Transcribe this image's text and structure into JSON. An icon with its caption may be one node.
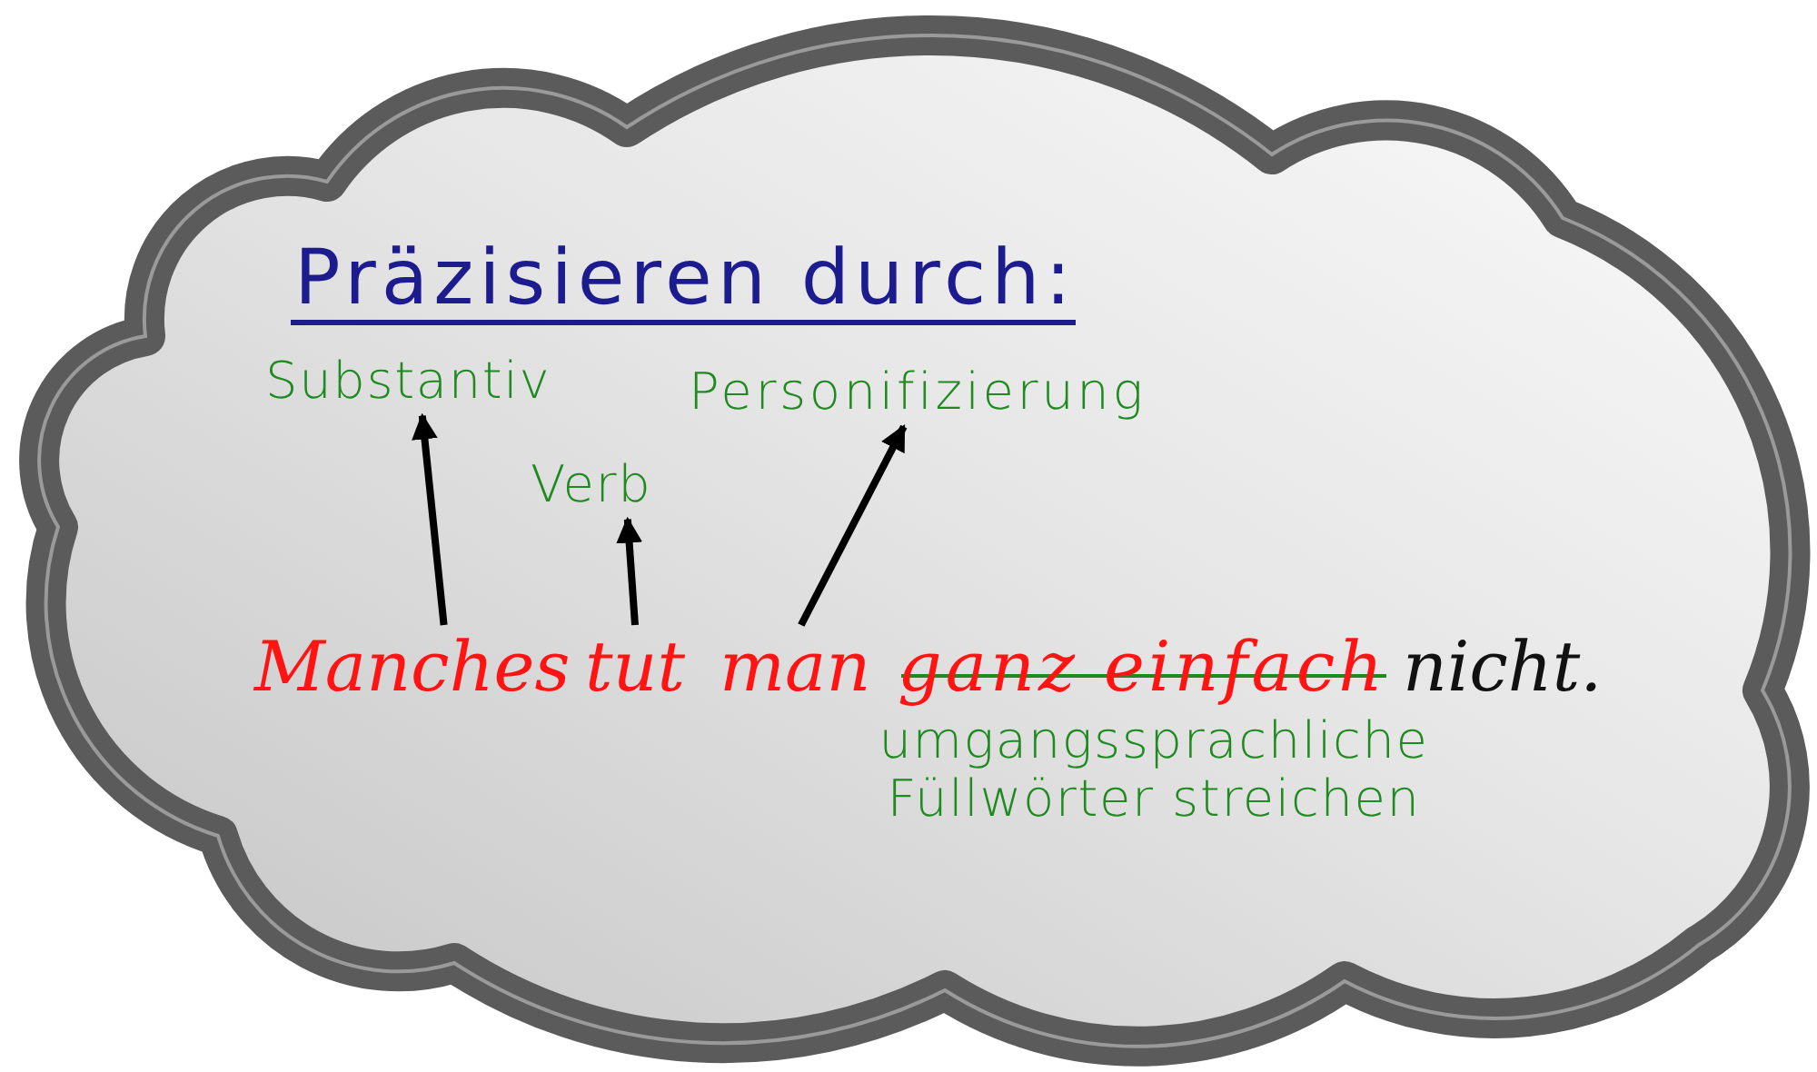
{
  "diagram": {
    "nodes": [
      {
        "text": [
          "Präzisieren durch:"
        ]
      },
      {
        "text": [
          "Substantiv"
        ],
        "in": 0
      },
      {
        "text": [
          "Verb"
        ],
        "in": 0
      },
      {
        "text": [
          "Personifizierung"
        ],
        "in": 0
      },
      {
        "text": [
          "Manches"
        ],
        "in": 0
      },
      {
        "text": [
          "tut"
        ],
        "in": 0
      },
      {
        "text": [
          "man"
        ],
        "in": 0
      }
    ],
    "edges": [
      {
        "from": 4,
        "to": 1,
        "arrow": "to"
      },
      {
        "from": 5,
        "to": 2,
        "arrow": "to"
      },
      {
        "from": 6,
        "to": 3,
        "arrow": "to"
      }
    ],
    "labels": [
      "ganz einfach",
      "nicht.",
      "umgangssprachliche Füllwörter streichen"
    ]
  }
}
